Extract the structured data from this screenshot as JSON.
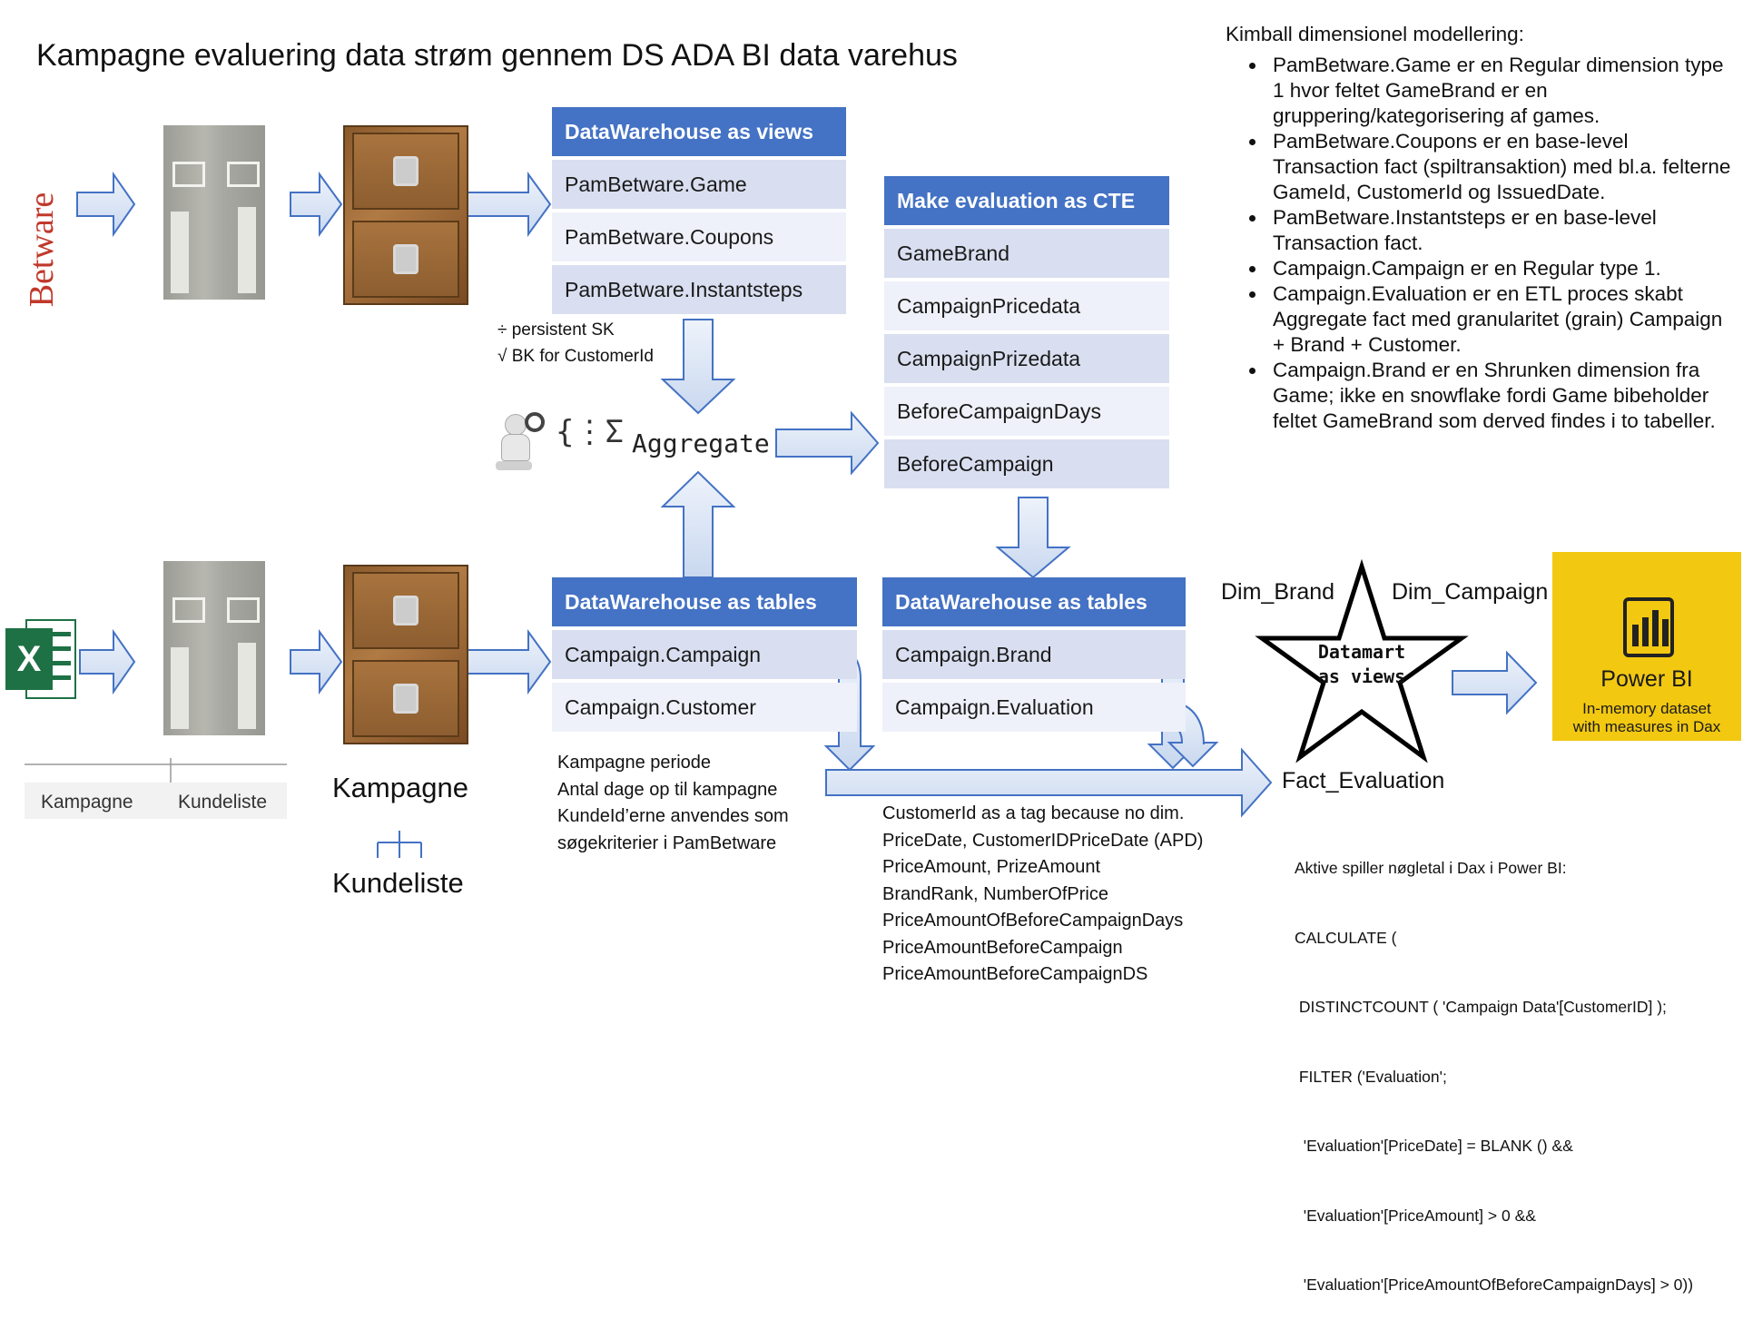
{
  "title": "Kampagne evaluering data strøm gennem DS ADA BI data varehus",
  "source_logo": {
    "text": "Betware"
  },
  "excel": {
    "letter": "X",
    "tab1": "Kampagne",
    "tab2": "Kundeliste"
  },
  "kampagne_tree": {
    "top": "Kampagne",
    "bottom": "Kundeliste"
  },
  "views_box": {
    "header": "DataWarehouse as views",
    "rows": [
      "PamBetware.Game",
      "PamBetware.Coupons",
      "PamBetware.Instantsteps"
    ]
  },
  "sk_note": {
    "line1": "÷ persistent SK",
    "line2": "√ BK for CustomerId"
  },
  "aggregate": {
    "symbol": "{⋮Σ",
    "label": "Aggregate"
  },
  "cte_box": {
    "header": "Make evaluation as CTE",
    "rows": [
      "GameBrand",
      "CampaignPricedata",
      "CampaignPrizedata",
      "BeforeCampaignDays",
      "BeforeCampaign"
    ]
  },
  "tables_left": {
    "header": "DataWarehouse as tables",
    "rows": [
      "Campaign.Campaign",
      "Campaign.Customer"
    ]
  },
  "tables_right": {
    "header": "DataWarehouse as tables",
    "rows": [
      "Campaign.Brand",
      "Campaign.Evaluation"
    ]
  },
  "campaign_note": [
    "Kampagne periode",
    "Antal dage op til kampagne",
    "KundeId’erne anvendes som",
    "søgekriterier i PamBetware"
  ],
  "evaluation_note": [
    "CustomerId as a tag because no dim.",
    "PriceDate, CustomerIDPriceDate (APD)",
    "PriceAmount, PrizeAmount",
    "BrandRank, NumberOfPrice",
    "PriceAmountOfBeforeCampaignDays",
    "PriceAmountBeforeCampaign",
    "PriceAmountBeforeCampaignDS"
  ],
  "datamart": {
    "line1": "Datamart",
    "line2": "as views",
    "dim_brand": "Dim_Brand",
    "dim_campaign": "Dim_Campaign",
    "fact": "Fact_Evaluation"
  },
  "powerbi": {
    "title": "Power BI",
    "line1": "In-memory dataset",
    "line2": "with measures in Dax",
    "color": "#f2c811"
  },
  "dax_note": [
    "Aktive spiller nøgletal i Dax i Power BI:",
    "CALCULATE (",
    " DISTINCTCOUNT ( 'Campaign Data'[CustomerID] );",
    " FILTER ('Evaluation';",
    "  'Evaluation'[PriceDate] = BLANK () &&",
    "  'Evaluation'[PriceAmount] > 0 &&",
    "  'Evaluation'[PriceAmountOfBeforeCampaignDays] > 0))"
  ],
  "kimball": {
    "heading": "Kimball dimensionel modellering:",
    "items": [
      "PamBetware.Game er en Regular dimension type 1 hvor feltet GameBrand er en gruppering/kategorisering af games.",
      "PamBetware.Coupons er en base-level Transaction fact (spiltransaktion) med bl.a. felterne GameId, CustomerId og IssuedDate.",
      "PamBetware.Instantsteps er en base-level Transaction fact.",
      "Campaign.Campaign er en Regular type 1.",
      "Campaign.Evaluation er en ETL proces skabt Aggregate fact med granularitet (grain) Campaign + Brand + Customer.",
      "Campaign.Brand er en Shrunken dimension fra Game; ikke en snowflake fordi Game bibeholder feltet GameBrand som derved findes i to tabeller."
    ]
  },
  "colors": {
    "header": "#4472c4",
    "arrow_fill": "#dce6f5",
    "arrow_stroke": "#4472c4",
    "excel_green": "#1e7145",
    "betware_red": "#c0392b"
  }
}
